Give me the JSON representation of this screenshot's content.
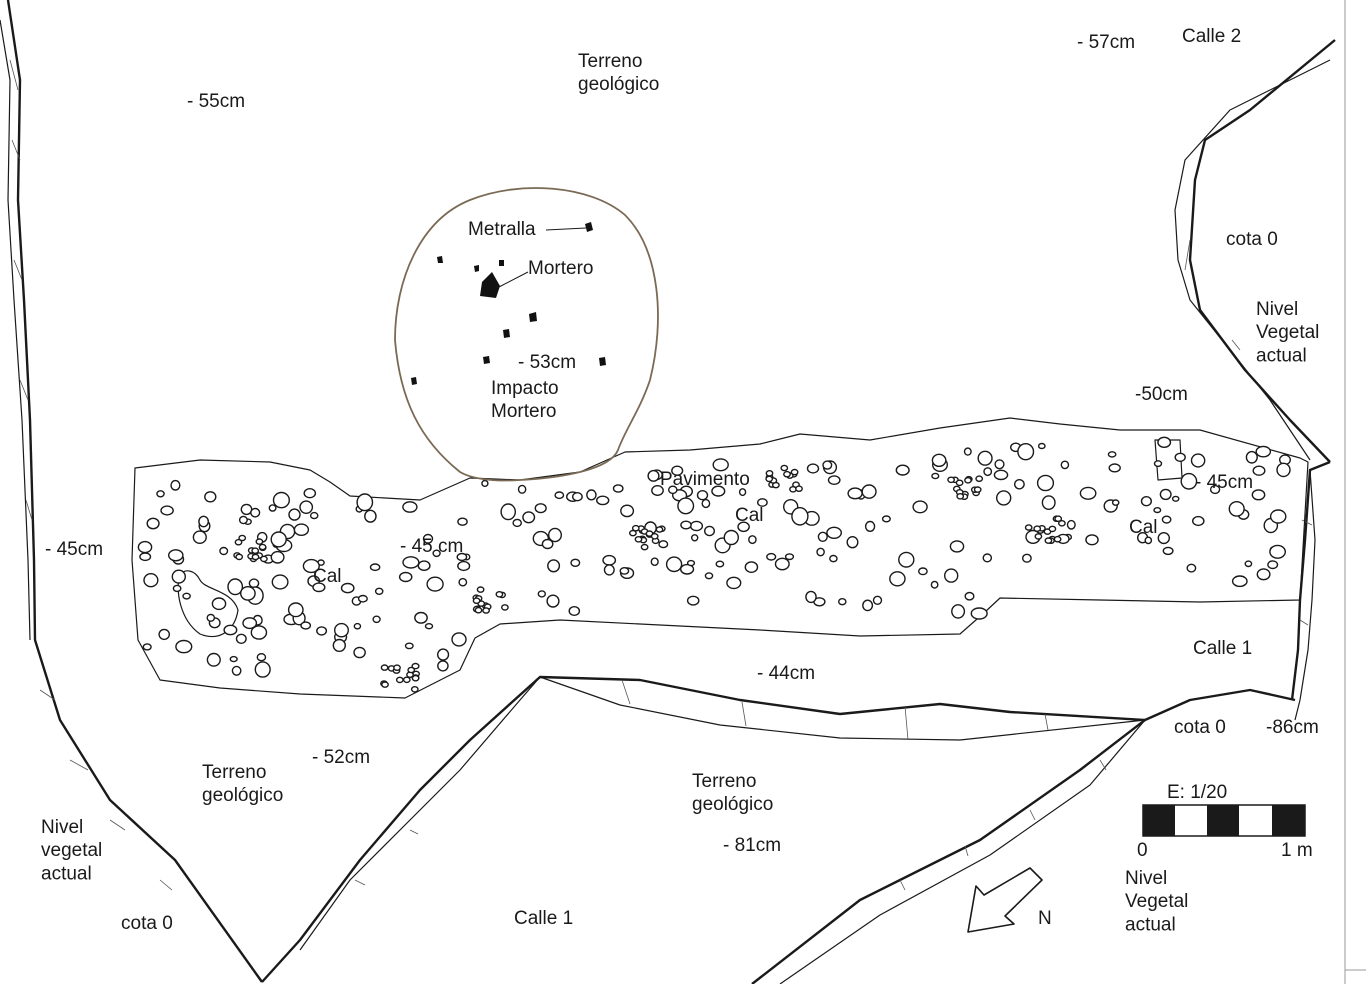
{
  "labels": {
    "terreno_top": "Terreno\ngeológico",
    "depth_55": "- 55cm",
    "depth_57": "- 57cm",
    "calle2": "Calle 2",
    "cota0_right": "cota 0",
    "nivel_right_top": "Nivel\nVegetal\nactual",
    "depth_50": "-50cm",
    "depth_45_right": "- 45cm",
    "cal_right": "Cal",
    "pavimento": "Pavimento",
    "cal_center": "Cal",
    "depth_45_center": "- 45 cm",
    "cal_left": "Cal",
    "depth_45_left": "- 45cm",
    "calle1_right": "Calle 1",
    "depth_44": "- 44cm",
    "cota0_bottom_right": "cota 0",
    "depth_86": "-86cm",
    "depth_52": "- 52cm",
    "terreno_bottom_left": "Terreno\ngeológico",
    "terreno_bottom_center": "Terreno\ngeológico",
    "depth_81": "- 81cm",
    "nivel_bottom_left": "Nivel\nvegetal\nactual",
    "cota0_bottom_left": "cota 0",
    "calle1_bottom": "Calle 1",
    "nivel_bottom_right": "Nivel\nVegetal\nactual",
    "north": "N"
  },
  "crater": {
    "metralla": "Metralla",
    "mortero": "Mortero",
    "depth": "- 53cm",
    "impacto": "Impacto\nMortero"
  },
  "scale": {
    "title": "E: 1/20",
    "min": "0",
    "max": "1 m"
  },
  "colors": {
    "ink": "#1a1a1a",
    "crater_outline": "#7a6a55"
  }
}
